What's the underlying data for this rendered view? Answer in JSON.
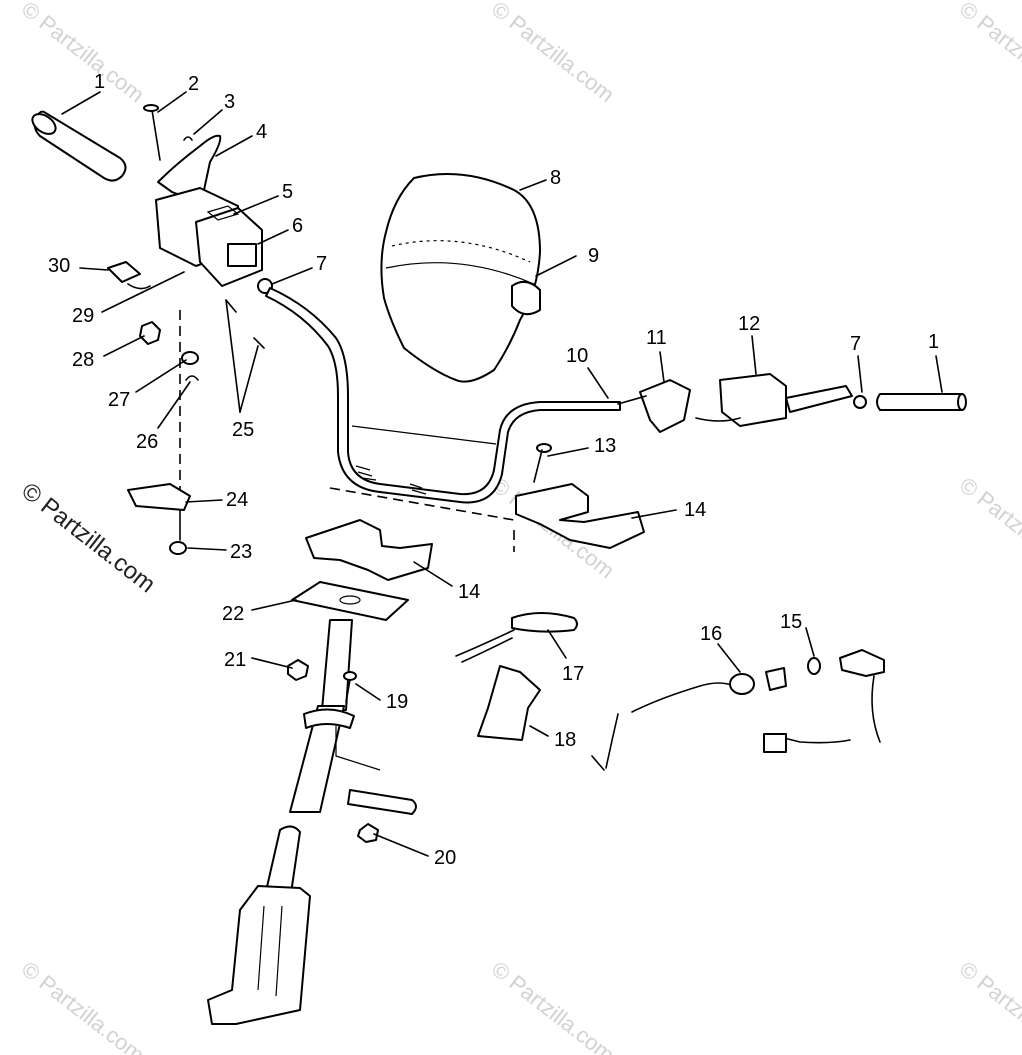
{
  "watermark": {
    "corner": "© Partzilla.com",
    "side": "© Partzilla.com"
  },
  "callouts": {
    "c1a": "1",
    "c2": "2",
    "c3": "3",
    "c4": "4",
    "c5": "5",
    "c6": "6",
    "c7a": "7",
    "c8": "8",
    "c9": "9",
    "c10": "10",
    "c11": "11",
    "c12": "12",
    "c7b": "7",
    "c1b": "1",
    "c13": "13",
    "c14a": "14",
    "c14b": "14",
    "c15": "15",
    "c16": "16",
    "c17": "17",
    "c18": "18",
    "c19": "19",
    "c20": "20",
    "c21": "21",
    "c22": "22",
    "c23": "23",
    "c24": "24",
    "c25": "25",
    "c26": "26",
    "c27": "27",
    "c28": "28",
    "c29": "29",
    "c30": "30"
  }
}
